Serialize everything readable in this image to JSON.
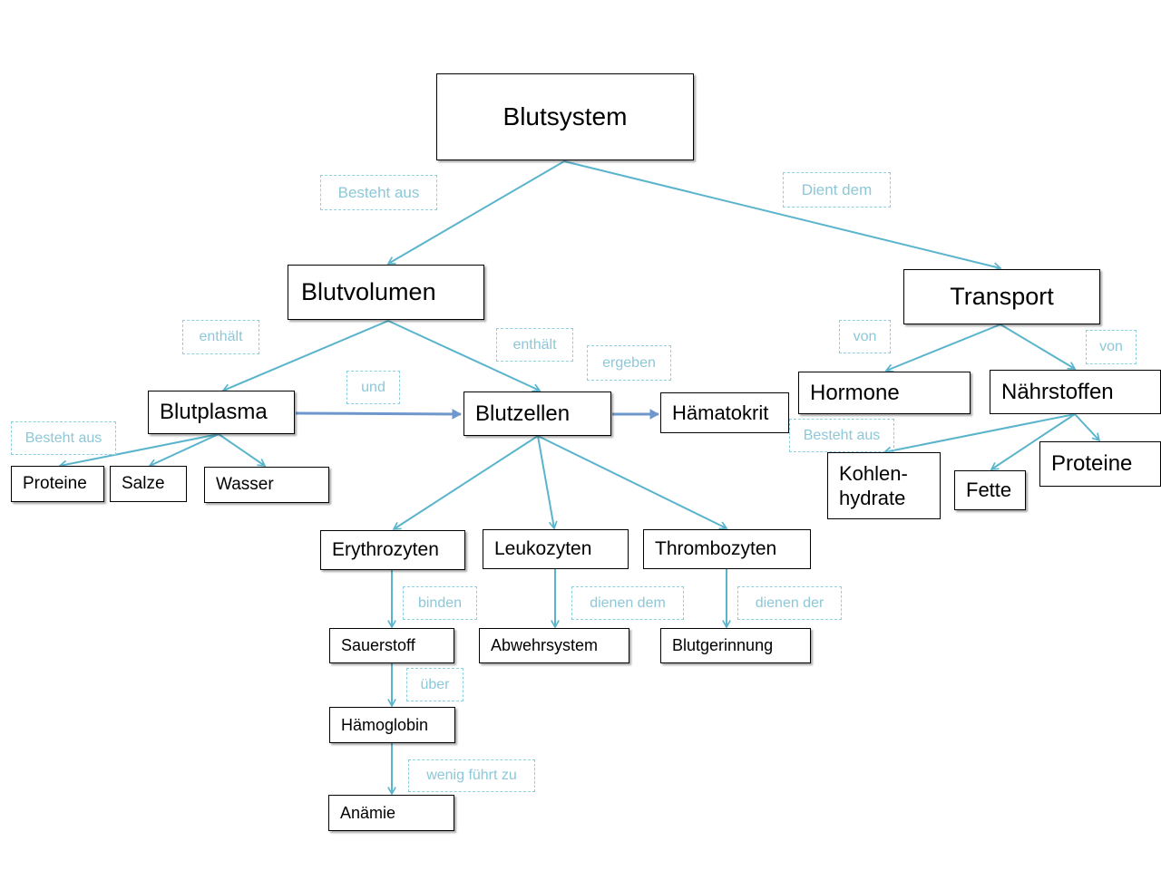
{
  "colors": {
    "connector": "#5ab4cc",
    "connector_strong": "#6e98cc",
    "label_text": "#8cc8d8",
    "label_border": "#8fd0e0"
  },
  "nodes": {
    "blutsystem": "Blutsystem",
    "blutvolumen": "Blutvolumen",
    "transport": "Transport",
    "blutplasma": "Blutplasma",
    "blutzellen": "Blutzellen",
    "haematokrit": "Hämatokrit",
    "hormone": "Hormone",
    "naehrstoffen": "Nährstoffen",
    "proteine_plasma": "Proteine",
    "salze": "Salze",
    "wasser": "Wasser",
    "kohlenhydrate": "Kohlen-\nhydrate",
    "fette": "Fette",
    "proteine_naehr": "Proteine",
    "erythrozyten": "Erythrozyten",
    "leukozyten": "Leukozyten",
    "thrombozyten": "Thrombozyten",
    "sauerstoff": "Sauerstoff",
    "abwehrsystem": "Abwehrsystem",
    "blutgerinnung": "Blutgerinnung",
    "haemoglobin": "Hämoglobin",
    "anaemie": "Anämie"
  },
  "labels": {
    "besteht_aus_top": "Besteht aus",
    "dient_dem": "Dient dem",
    "enthaelt_left": "enthält",
    "enthaelt_right": "enthält",
    "ergeben": "ergeben",
    "und": "und",
    "von_hormone": "von",
    "von_naehr": "von",
    "besteht_aus_plasma": "Besteht aus",
    "besteht_aus_naehr": "Besteht aus",
    "binden": "binden",
    "dienen_dem": "dienen dem",
    "dienen_der": "dienen der",
    "ueber": "über",
    "wenig_fuehrt_zu": "wenig führt zu"
  }
}
